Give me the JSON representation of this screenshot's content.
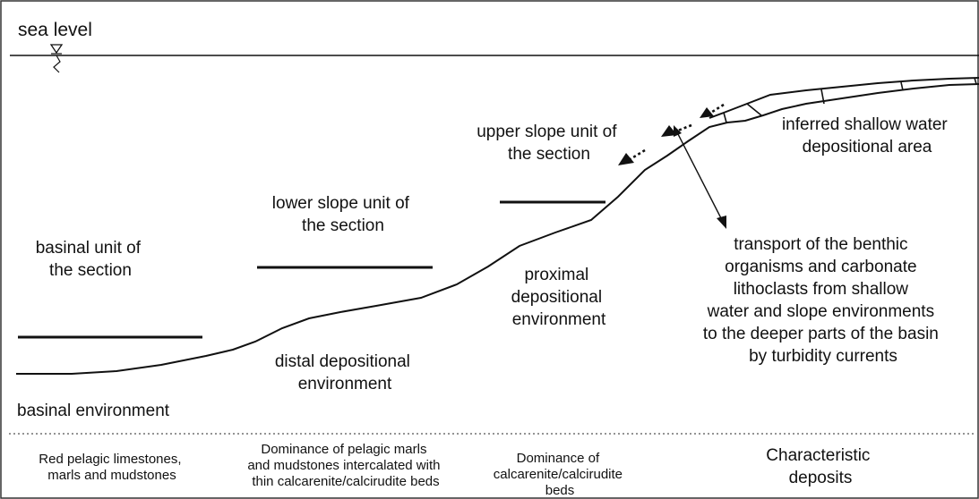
{
  "sea_level": "sea level",
  "labels": {
    "upper_slope": [
      "upper slope unit of",
      "the section"
    ],
    "inferred_shallow": [
      "inferred shallow water",
      "depositional area"
    ],
    "lower_slope": [
      "lower slope unit of",
      "the section"
    ],
    "basinal_unit": [
      "basinal unit of",
      "the section"
    ],
    "proximal": [
      "proximal",
      "depositional",
      "environment"
    ],
    "distal": [
      "distal depositional",
      "environment"
    ],
    "basinal_env": [
      "basinal environment"
    ],
    "transport": [
      "transport of the benthic",
      "organisms and carbonate",
      "lithoclasts from shallow",
      "water and slope environments",
      "to the deeper parts of the basin",
      "by turbidity currents"
    ]
  },
  "deposits": {
    "basinal": [
      "Red pelagic limestones,",
      "marls and mudstones"
    ],
    "lower_slope": [
      "Dominance of pelagic marls",
      "and mudstones intercalated with",
      "thin calcarenite/calcirudite beds"
    ],
    "upper_slope": [
      "Dominance of",
      "calcarenite/calcirudite",
      "beds"
    ],
    "header": [
      "Characteristic",
      "deposits"
    ]
  }
}
